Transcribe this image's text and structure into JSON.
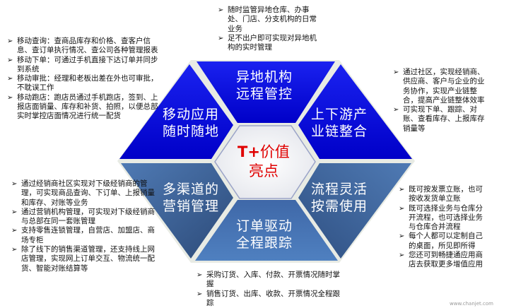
{
  "center": {
    "prefix": "T+",
    "line1": "价值",
    "line2": "亮点",
    "color": "#e00000"
  },
  "segments": [
    {
      "id": "remote",
      "line1": "异地机构",
      "line2": "远程管控",
      "color": "#0a10e0"
    },
    {
      "id": "mobile",
      "line1": "移动应用",
      "line2": "随时随地",
      "color": "#0a10e0"
    },
    {
      "id": "supply",
      "line1": "上下游产",
      "line2": "业链整合",
      "color": "#0a10e0"
    },
    {
      "id": "marketing",
      "line1": "多渠道的",
      "line2": "营销管理",
      "color": "#3b5d92"
    },
    {
      "id": "process",
      "line1": "流程灵活",
      "line2": "按需使用",
      "color": "#3b5d92"
    },
    {
      "id": "order",
      "line1": "订单驱动",
      "line2": "全程跟踪",
      "color": "#4a78b8"
    }
  ],
  "blurbs": {
    "remote": [
      "随时监管异地仓库、办事处、门店、分支机构的日常业务",
      "足不出户即可实现对异地机构的实时管理"
    ],
    "mobile": [
      "移动查询：查商品库存和价格、查客户信息、查订单执行情况、查公司各种管理报表",
      "移动下单：可通过手机直接下达订单并同步到系统",
      "移动审批：经理和老板出差在外也可审批，不耽误工作",
      "移动跑店：跑店员通过手机跑店，签到、上报店面销量、库存和补货、拍照，以便总部实时掌控店面情况进行统一配货"
    ],
    "supply": [
      "通过社区，实现经销商、供应商、客户与企业的业务协作，实现产业链整合，提高产业链整体效率",
      "可实现下单、跟踪、对账、查看库存、上报库存销量等"
    ],
    "marketing": [
      "通过经销商社区实现对下级经销商的管理，可实现商品查询、下订单、上报销量和库存、对账等业务",
      "通过营销机构管理，可实现对下级经销商与总部在同一套账管理",
      "支持零售连锁管理，自营店、加盟店、商场专柜",
      "除了线下的销售渠道管理，还支持线上网店管理，实现网上订单交互、物流统一配货、智能对账结算等"
    ],
    "process": [
      "既可按发票立账，也可按收发货单立账",
      "既可选择业务与仓库分开流程，也可选择业务与仓库合并流程",
      "每个人都可以定制自己的桌面，所见即所得",
      "您还可到畅捷通应用商店去获取更多增值应用"
    ],
    "order": [
      "采购订货、入库、付款、开票情况随时掌握",
      "销售订货、出库、收款、开票情况全程跟踪"
    ]
  },
  "watermark": "www.chanjet.com"
}
